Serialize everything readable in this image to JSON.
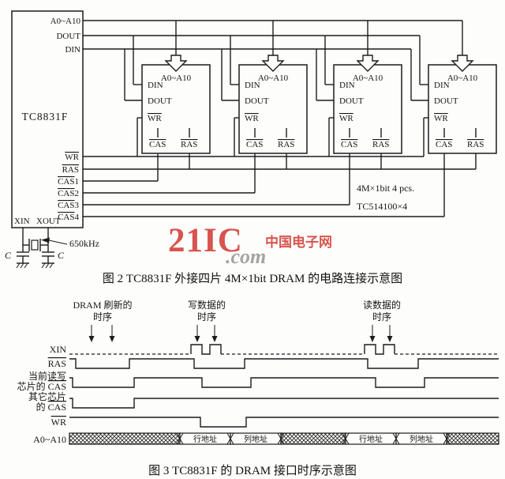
{
  "watermark": {
    "big": "21IC",
    "com": ".com",
    "cn": "中国电子网"
  },
  "fig2": {
    "caption": "图 2  TC8831F 外接四片 4M×1bit  DRAM 的电路连接示意图",
    "controller": {
      "name": "TC8831F",
      "addr": "A0~A10",
      "dout": "DOUT",
      "din": "DIN",
      "wr": "WR",
      "ras": "RAS",
      "cas": "CAS",
      "cas_nums": [
        "1",
        "2",
        "3",
        "4"
      ],
      "xin": "XIN",
      "xout": "XOUT"
    },
    "chip": {
      "addr": "A0~A10",
      "din": "DIN",
      "dout": "DOUT",
      "wr": "WR",
      "cas": "CAS",
      "ras": "RAS"
    },
    "notes": {
      "line1": "4M×1bit  4 pcs.",
      "line2": "TC514100×4"
    },
    "osc": {
      "freq": "650kHz",
      "cap": "C"
    }
  },
  "fig3": {
    "caption": "图 3  TC8831F 的 DRAM 接口时序示意图",
    "annotations": [
      {
        "line1": "DRAM 刷新的",
        "line2": "时序"
      },
      {
        "line1": "写数据的",
        "line2": "时序"
      },
      {
        "line1": "读数据的",
        "line2": "时序"
      }
    ],
    "signals": {
      "xin": "XIN",
      "ras": "RAS",
      "cur1": "当前读写",
      "cur2pre": "芯片的 ",
      "cas": "CAS",
      "oth1": "其它芯片",
      "oth2pre": "的 ",
      "wr": "WR",
      "addr": "A0~A10"
    },
    "bus_labels": {
      "row": "行地址",
      "col": "列地址"
    }
  }
}
